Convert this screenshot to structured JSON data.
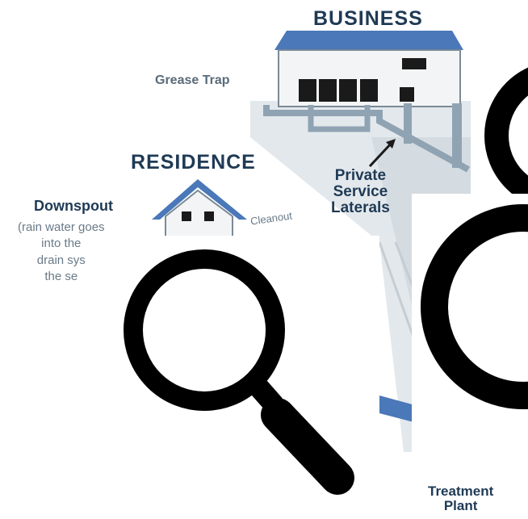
{
  "diagram": {
    "business_label": "BUSINESS",
    "residence_label": "RESIDENCE",
    "grease_trap_label": "Grease Trap",
    "private_service_laterals_line1": "Private",
    "private_service_laterals_line2": "Service",
    "private_service_laterals_line3": "Laterals",
    "downspout_label": "Downspout",
    "downspout_note_line1": "(rain water goes",
    "downspout_note_line2": "into the",
    "downspout_note_line3": "drain sys",
    "downspout_note_line4": "the se",
    "cleanout_label": "Cleanout",
    "treatment_plant_line1": "Treatment",
    "treatment_plant_line2": "Plant"
  },
  "icons": {
    "primary": "magnifying-glass-icon",
    "secondary": "magnifying-glass-icon"
  },
  "colors": {
    "title_text": "#1f3a55",
    "roof_blue": "#4a78b8",
    "pipe_gray": "#8fa3b3",
    "icon_black": "#000000",
    "panel_white": "#ffffff"
  }
}
